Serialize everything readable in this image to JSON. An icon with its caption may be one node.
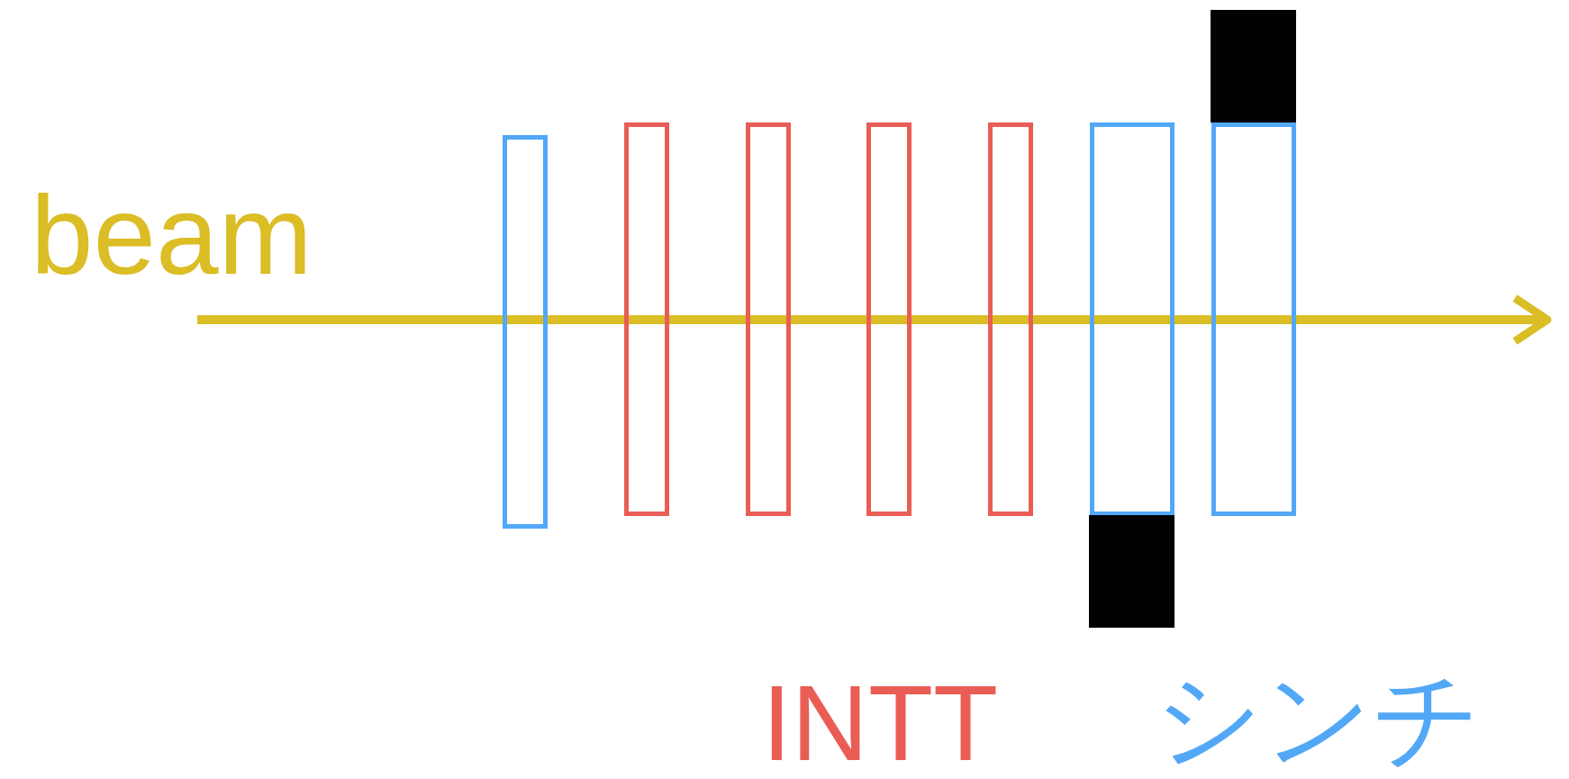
{
  "diagram": {
    "nodes": [
      {
        "text": [],
        "shape": "box"
      },
      {
        "text": [],
        "shape": "box"
      },
      {
        "text": [],
        "shape": "box"
      },
      {
        "text": [],
        "shape": "box"
      },
      {
        "text": [],
        "shape": "box"
      },
      {
        "text": [],
        "shape": "box"
      },
      {
        "text": [],
        "shape": "bar"
      },
      {
        "text": [],
        "shape": "bar"
      },
      {
        "text": [],
        "shape": "box"
      }
    ],
    "labels": [
      "beam",
      "INTT",
      "シンチ"
    ]
  }
}
